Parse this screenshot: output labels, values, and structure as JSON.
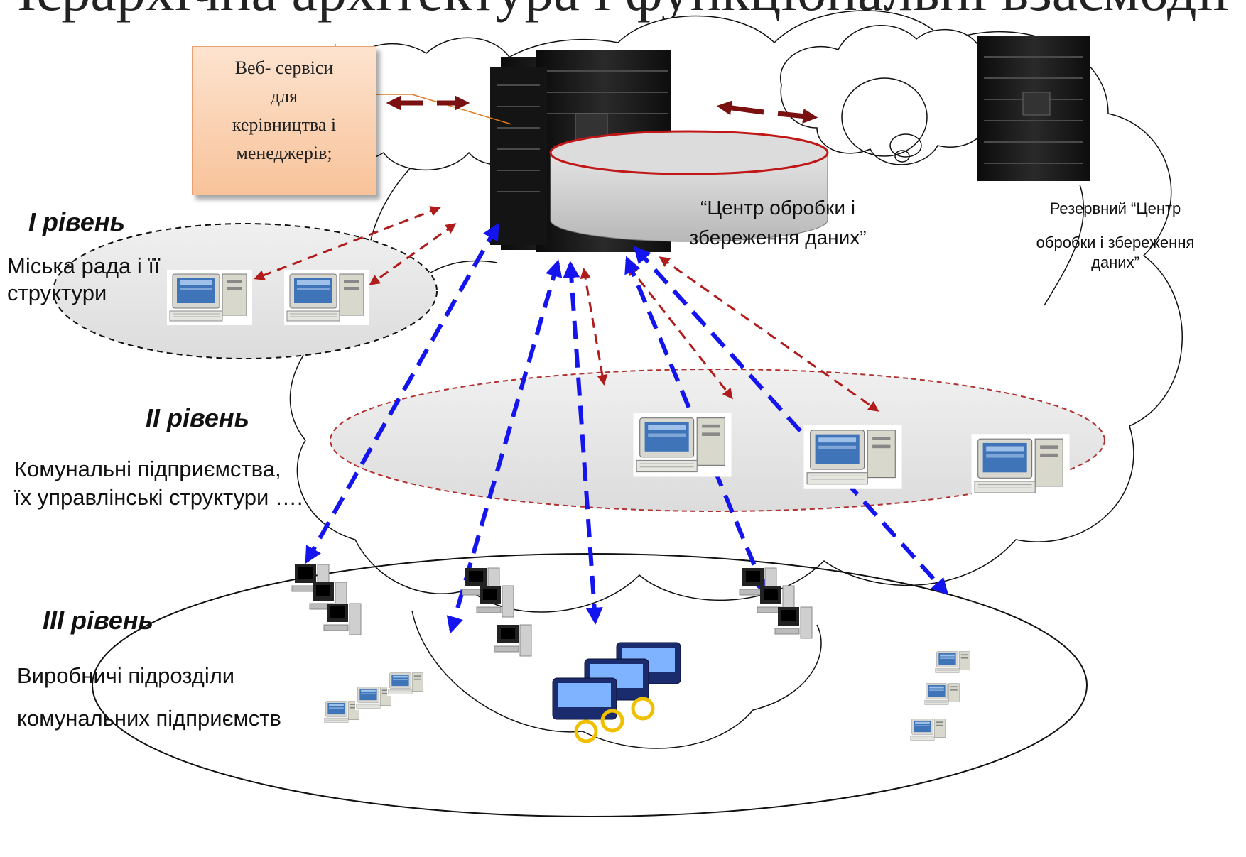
{
  "title": "Ієрархічна архітектура і функціональні взаємодії",
  "web_services": {
    "lines": [
      "Веб- сервіси",
      "для",
      "керівництва і",
      "менеджерів;"
    ]
  },
  "data_center": {
    "lines": [
      "“Центр обробки і",
      "збереження даних”"
    ]
  },
  "reserve_center": {
    "lines": [
      "Резервний “Центр",
      "обробки і збереження",
      "даних”"
    ]
  },
  "levels": [
    {
      "label": "І рівень",
      "description": [
        "Міська рада і її",
        "структури"
      ]
    },
    {
      "label": "ІІ  рівень",
      "description": [
        "Комунальні підприємства,",
        "їх управлінські структури …."
      ]
    },
    {
      "label": "ІІІ рівень",
      "description": [
        "Виробничі підрозділи",
        "комунальних підприємств"
      ]
    }
  ],
  "colors": {
    "red_arrow": "#b01c1c",
    "dark_red_arrow": "#7a1010",
    "blue_arrow": "#1414ee",
    "ellipse_fill": "#e8e8e8",
    "box_fill": "#f9c9a4"
  },
  "icons": {
    "server": "server-rack-icon",
    "workstation": "desktop-computer-icon",
    "pda": "handheld-device-icon"
  }
}
